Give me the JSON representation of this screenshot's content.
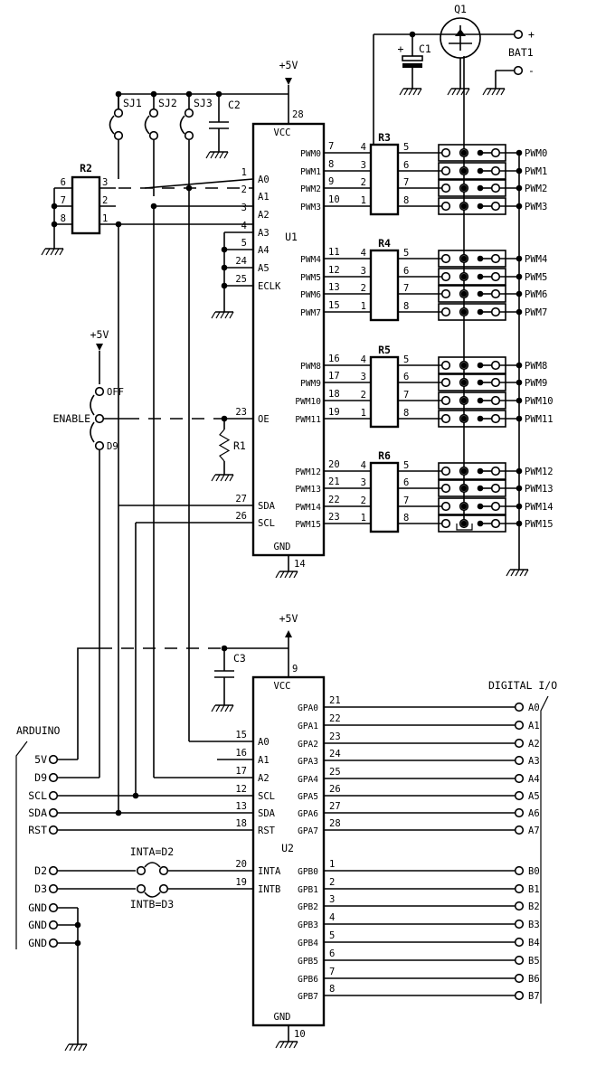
{
  "colors": {
    "ink": "#000000",
    "background": "#ffffff"
  },
  "power": {
    "plus5v": "+5V",
    "gnd_icon": "ground-icon",
    "battery": {
      "name": "BAT1",
      "plus": "+",
      "minus": "-"
    },
    "q1": "Q1",
    "c1": "C1",
    "c1_polarity": "+",
    "c2": "C2",
    "c3": "C3"
  },
  "jumpers": {
    "sj1": "SJ1",
    "sj2": "SJ2",
    "sj3": "SJ3"
  },
  "r1": "R1",
  "r2": {
    "name": "R2",
    "pins": [
      "6",
      "7",
      "8",
      "3",
      "2",
      "1"
    ]
  },
  "enable": {
    "label": "ENABLE",
    "off": "OFF",
    "d9": "D9"
  },
  "u1": {
    "name": "U1",
    "vcc": "VCC",
    "vcc_pin": "28",
    "gnd": "GND",
    "gnd_pin": "14",
    "left_pins": [
      {
        "num": "1",
        "label": "A0"
      },
      {
        "num": "2",
        "label": "A1"
      },
      {
        "num": "3",
        "label": "A2"
      },
      {
        "num": "4",
        "label": "A3"
      },
      {
        "num": "5",
        "label": "A4"
      },
      {
        "num": "24",
        "label": "A5"
      },
      {
        "num": "25",
        "label": "ECLK"
      },
      {
        "num": "23",
        "label": "OE"
      },
      {
        "num": "27",
        "label": "SDA"
      },
      {
        "num": "26",
        "label": "SCL"
      }
    ],
    "right_pins": [
      {
        "num": "7",
        "label": "PWM0"
      },
      {
        "num": "8",
        "label": "PWM1"
      },
      {
        "num": "9",
        "label": "PWM2"
      },
      {
        "num": "10",
        "label": "PWM3"
      },
      {
        "num": "11",
        "label": "PWM4"
      },
      {
        "num": "12",
        "label": "PWM5"
      },
      {
        "num": "13",
        "label": "PWM6"
      },
      {
        "num": "15",
        "label": "PWM7"
      },
      {
        "num": "16",
        "label": "PWM8"
      },
      {
        "num": "17",
        "label": "PWM9"
      },
      {
        "num": "18",
        "label": "PWM10"
      },
      {
        "num": "19",
        "label": "PWM11"
      },
      {
        "num": "20",
        "label": "PWM12"
      },
      {
        "num": "21",
        "label": "PWM13"
      },
      {
        "num": "22",
        "label": "PWM14"
      },
      {
        "num": "23",
        "label": "PWM15"
      }
    ]
  },
  "resistor_networks": [
    {
      "name": "R3",
      "left": [
        "4",
        "3",
        "2",
        "1"
      ],
      "right": [
        "5",
        "6",
        "7",
        "8"
      ]
    },
    {
      "name": "R4",
      "left": [
        "4",
        "3",
        "2",
        "1"
      ],
      "right": [
        "5",
        "6",
        "7",
        "8"
      ]
    },
    {
      "name": "R5",
      "left": [
        "4",
        "3",
        "2",
        "1"
      ],
      "right": [
        "5",
        "6",
        "7",
        "8"
      ]
    },
    {
      "name": "R6",
      "left": [
        "4",
        "3",
        "2",
        "1"
      ],
      "right": [
        "5",
        "6",
        "7",
        "8"
      ]
    }
  ],
  "pwm_outputs": [
    "PWM0",
    "PWM1",
    "PWM2",
    "PWM3",
    "PWM4",
    "PWM5",
    "PWM6",
    "PWM7",
    "PWM8",
    "PWM9",
    "PWM10",
    "PWM11",
    "PWM12",
    "PWM13",
    "PWM14",
    "PWM15"
  ],
  "u2": {
    "name": "U2",
    "vcc": "VCC",
    "vcc_pin": "9",
    "gnd": "GND",
    "gnd_pin": "10",
    "left_pins": [
      {
        "num": "15",
        "label": "A0"
      },
      {
        "num": "16",
        "label": "A1"
      },
      {
        "num": "17",
        "label": "A2"
      },
      {
        "num": "12",
        "label": "SCL"
      },
      {
        "num": "13",
        "label": "SDA"
      },
      {
        "num": "18",
        "label": "RST"
      },
      {
        "num": "20",
        "label": "INTA"
      },
      {
        "num": "19",
        "label": "INTB"
      }
    ],
    "right_pins": [
      {
        "num": "21",
        "label": "GPA0"
      },
      {
        "num": "22",
        "label": "GPA1"
      },
      {
        "num": "23",
        "label": "GPA2"
      },
      {
        "num": "24",
        "label": "GPA3"
      },
      {
        "num": "25",
        "label": "GPA4"
      },
      {
        "num": "26",
        "label": "GPA5"
      },
      {
        "num": "27",
        "label": "GPA6"
      },
      {
        "num": "28",
        "label": "GPA7"
      },
      {
        "num": "1",
        "label": "GPB0"
      },
      {
        "num": "2",
        "label": "GPB1"
      },
      {
        "num": "3",
        "label": "GPB2"
      },
      {
        "num": "4",
        "label": "GPB3"
      },
      {
        "num": "5",
        "label": "GPB4"
      },
      {
        "num": "6",
        "label": "GPB5"
      },
      {
        "num": "7",
        "label": "GPB6"
      },
      {
        "num": "8",
        "label": "GPB7"
      }
    ]
  },
  "digital_io": {
    "title": "DIGITAL I/O",
    "labels": [
      "A0",
      "A1",
      "A2",
      "A3",
      "A4",
      "A5",
      "A6",
      "A7",
      "B0",
      "B1",
      "B2",
      "B3",
      "B4",
      "B5",
      "B6",
      "B7"
    ]
  },
  "arduino": {
    "title": "ARDUINO",
    "pins": [
      "5V",
      "D9",
      "SCL",
      "SDA",
      "RST",
      "D2",
      "D3",
      "GND",
      "GND",
      "GND"
    ]
  },
  "interrupt_jumpers": {
    "inta": "INTA=D2",
    "intb": "INTB=D3"
  }
}
